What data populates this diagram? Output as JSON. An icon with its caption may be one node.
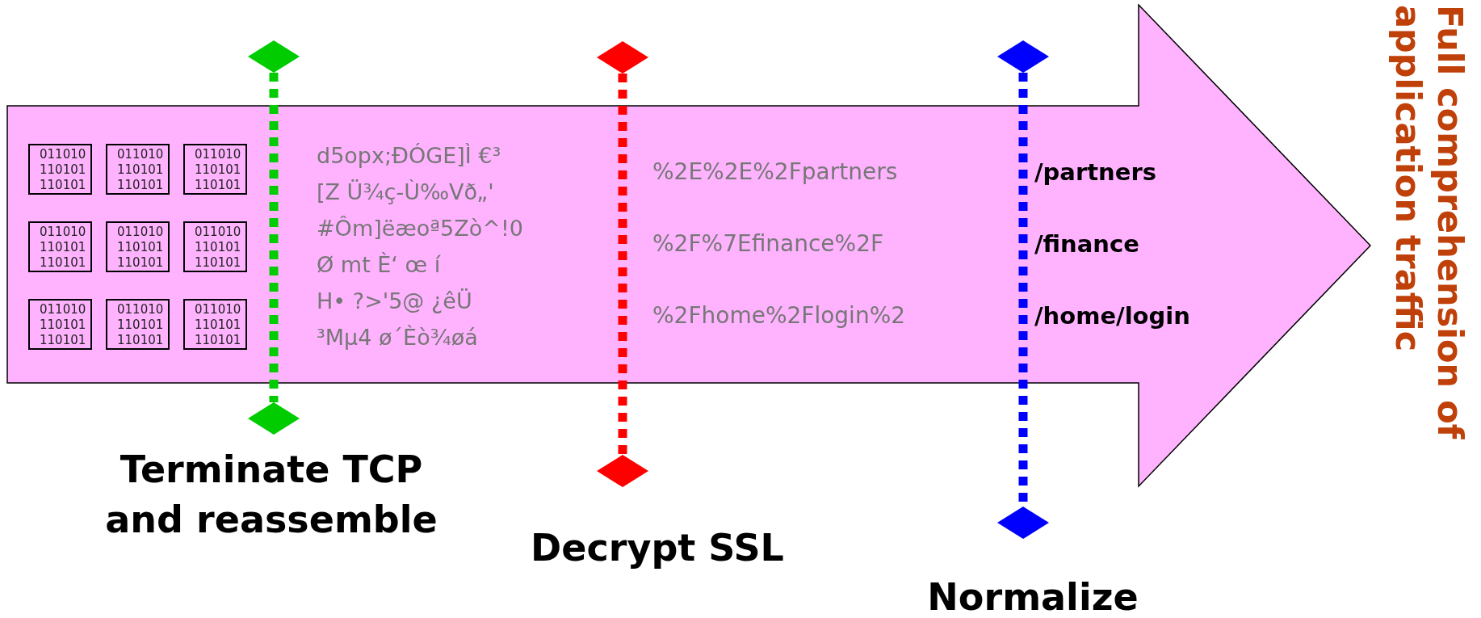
{
  "diagram": {
    "nodes": [
      {
        "text": [],
        "shape": "arrow"
      },
      {
        "text": [
          "011010 110101 110101"
        ],
        "in": 0
      },
      {
        "text": [
          "011010 110101 110101"
        ],
        "in": 0
      },
      {
        "text": [
          "011010 110101 110101"
        ],
        "in": 0
      },
      {
        "text": [
          "011010 110101 110101"
        ],
        "in": 0
      },
      {
        "text": [
          "011010 110101 110101"
        ],
        "in": 0
      },
      {
        "text": [
          "011010 110101 110101"
        ],
        "in": 0
      },
      {
        "text": [
          "011010 110101 110101"
        ],
        "in": 0
      },
      {
        "text": [
          "011010 110101 110101"
        ],
        "in": 0
      },
      {
        "text": [
          "011010 110101 110101"
        ],
        "in": 0
      }
    ],
    "edges": [],
    "labels": [
      "d5opx;ÐÓGE]Ì €³",
      "[Z Ü¾ç-Ù‰Vð„'",
      "#Ôm]ëæoª5Zò^!0",
      "Ø mt È‘ œ í",
      "H• ?>'5@ ¿êÜ",
      "³Mµ4 ø´Èò¾øá",
      "%2E%2E%2Fpartners",
      "/partners",
      "%2F%7Efinance%2F",
      "/finance",
      "%2Fhome%2Flogin%2",
      "/home/login",
      "Full comprehension of application traffic",
      "Terminate TCP and reassemble",
      "Decrypt SSL",
      "Normalize"
    ]
  }
}
